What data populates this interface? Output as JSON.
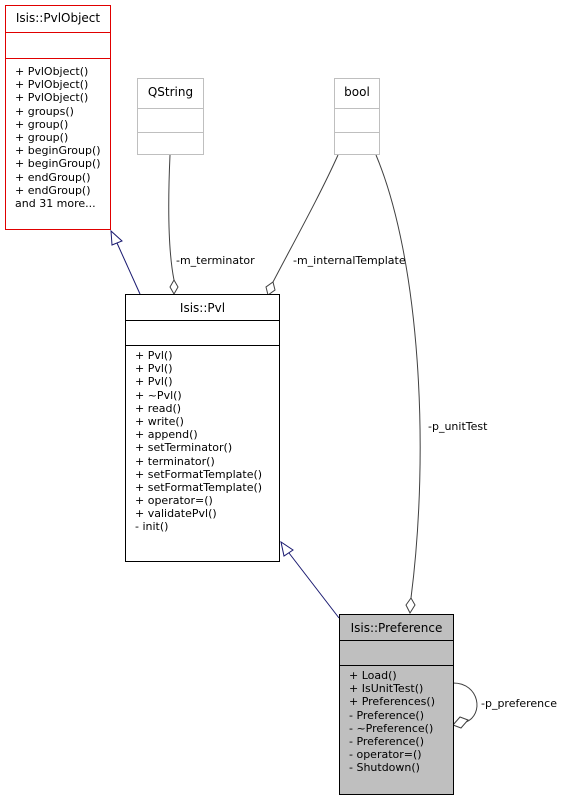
{
  "classes": {
    "pvlobject": {
      "name": "Isis::PvlObject",
      "ops": [
        "+ PvlObject()",
        "+ PvlObject()",
        "+ PvlObject()",
        "+ groups()",
        "+ group()",
        "+ group()",
        "+ beginGroup()",
        "+ beginGroup()",
        "+ endGroup()",
        "+ endGroup()",
        "and 31 more..."
      ]
    },
    "qstring": {
      "name": "QString"
    },
    "bool": {
      "name": "bool"
    },
    "pvl": {
      "name": "Isis::Pvl",
      "ops": [
        "+ Pvl()",
        "+ Pvl()",
        "+ Pvl()",
        "+ ~Pvl()",
        "+ read()",
        "+ write()",
        "+ append()",
        "+ setTerminator()",
        "+ terminator()",
        "+ setFormatTemplate()",
        "+ setFormatTemplate()",
        "+ operator=()",
        "+ validatePvl()",
        "- init()"
      ]
    },
    "preference": {
      "name": "Isis::Preference",
      "ops": [
        "+ Load()",
        "+ IsUnitTest()",
        "+ Preferences()",
        "- Preference()",
        "- ~Preference()",
        "- Preference()",
        "- operator=()",
        "- Shutdown()"
      ]
    }
  },
  "edges": {
    "terminator": "-m_terminator",
    "internal_template": "-m_internalTemplate",
    "unit_test": "-p_unitTest",
    "preference_self": "-p_preference"
  },
  "colors": {
    "inheritance": "#191970",
    "association": "#404040",
    "base_border": "#e00000",
    "external_border": "#bfbfbf",
    "focus_fill": "#bfbfbf"
  }
}
